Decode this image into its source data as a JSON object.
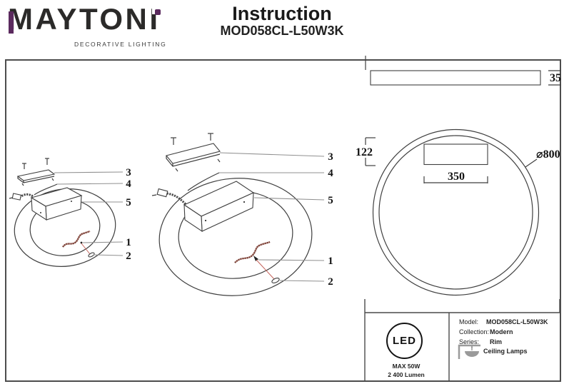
{
  "header": {
    "brand": "MAYTONI",
    "brand_tagline": "DECORATIVE LIGHTING",
    "title": "Instruction",
    "model": "MOD058CL-L50W3K"
  },
  "colors": {
    "brand_accent": "#5b2a5e",
    "wire_red": "#9a5247",
    "drawing_line": "#3f3f3f",
    "leader_line": "#909090"
  },
  "dimensions": {
    "profile_height": "35",
    "canopy_offset": "122",
    "canopy_width": "350",
    "ring_diameter": "⌀800"
  },
  "callouts": {
    "c1": "1",
    "c2": "2",
    "c3": "3",
    "c4": "4",
    "c5": "5"
  },
  "spec_panel": {
    "led_logo": "LED",
    "max_power": "MAX 50W",
    "luminous_flux": "2 400 Lumen",
    "rows": [
      {
        "label": "Model:",
        "value": "MOD058CL-L50W3K"
      },
      {
        "label": "Collection:",
        "value": "Modern"
      },
      {
        "label": "Series:",
        "value": "Rim"
      },
      {
        "label": "",
        "value": "Ceiling Lamps"
      }
    ]
  }
}
